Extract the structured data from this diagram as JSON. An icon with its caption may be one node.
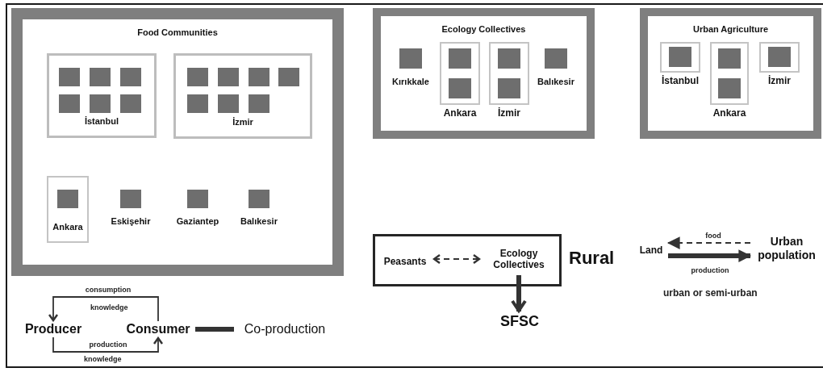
{
  "diagram": {
    "nodes": [
      {
        "text": [
          "Food Communities"
        ]
      },
      {
        "text": [
          "İstanbul"
        ],
        "in": 0
      },
      {
        "text": [],
        "shape": "box",
        "in": 1
      },
      {
        "text": [],
        "shape": "box",
        "in": 1
      },
      {
        "text": [],
        "shape": "box",
        "in": 1
      },
      {
        "text": [],
        "shape": "box",
        "in": 1
      },
      {
        "text": [],
        "shape": "box",
        "in": 1
      },
      {
        "text": [],
        "shape": "box",
        "in": 1
      },
      {
        "text": [
          "İzmir"
        ],
        "in": 0
      },
      {
        "text": [],
        "shape": "box",
        "in": 8
      },
      {
        "text": [],
        "shape": "box",
        "in": 8
      },
      {
        "text": [],
        "shape": "box",
        "in": 8
      },
      {
        "text": [],
        "shape": "box",
        "in": 8
      },
      {
        "text": [],
        "shape": "box",
        "in": 8
      },
      {
        "text": [],
        "shape": "box",
        "in": 8
      },
      {
        "text": [],
        "shape": "box",
        "in": 8
      },
      {
        "text": [
          "Ankara"
        ],
        "in": 0
      },
      {
        "text": [],
        "shape": "box",
        "in": 16
      },
      {
        "text": [],
        "shape": "box",
        "in": 0,
        "beside": [
          "Eskişehir"
        ]
      },
      {
        "text": [],
        "shape": "box",
        "in": 0,
        "beside": [
          "Gaziantep"
        ]
      },
      {
        "text": [],
        "shape": "box",
        "in": 0,
        "beside": [
          "Balıkesir"
        ]
      },
      {
        "text": [
          "Ecology Collectives"
        ]
      },
      {
        "text": [],
        "shape": "box",
        "in": 21,
        "beside": [
          "Kırıkkale"
        ]
      },
      {
        "text": [
          "Ankara"
        ],
        "in": 21
      },
      {
        "text": [],
        "shape": "box",
        "in": 23
      },
      {
        "text": [],
        "shape": "box",
        "in": 23
      },
      {
        "text": [
          "İzmir"
        ],
        "in": 21
      },
      {
        "text": [],
        "shape": "box",
        "in": 26
      },
      {
        "text": [],
        "shape": "box",
        "in": 26
      },
      {
        "text": [],
        "shape": "box",
        "in": 21,
        "beside": [
          "Balıkesir"
        ]
      },
      {
        "text": [
          "Urban Agriculture"
        ]
      },
      {
        "text": [
          "İstanbul"
        ],
        "in": 30
      },
      {
        "text": [],
        "shape": "box",
        "in": 31
      },
      {
        "text": [
          "Ankara"
        ],
        "in": 30
      },
      {
        "text": [],
        "shape": "box",
        "in": 33
      },
      {
        "text": [],
        "shape": "box",
        "in": 33
      },
      {
        "text": [
          "İzmir"
        ],
        "in": 30
      },
      {
        "text": [],
        "shape": "box",
        "in": 36
      },
      {
        "text": [
          "Producer"
        ]
      },
      {
        "text": [
          "Consumer"
        ]
      },
      {
        "text": [
          "Co-production"
        ]
      },
      {
        "text": [
          "Rural"
        ]
      },
      {
        "text": [
          "Peasants"
        ],
        "in": 41
      },
      {
        "text": [
          "Ecology Collectives"
        ],
        "in": 41
      },
      {
        "text": [
          "SFSC"
        ]
      },
      {
        "text": [
          "Land"
        ]
      },
      {
        "text": [
          "Urban population"
        ]
      }
    ],
    "edges": [
      {
        "from": 39,
        "to": 38,
        "arrow": "to",
        "label": "consumption"
      },
      {
        "from": 38,
        "to": 39,
        "arrow": "to",
        "label": "production"
      },
      {
        "from": 39,
        "to": 40,
        "arrow": "none",
        "style": "thick"
      },
      {
        "from": 42,
        "to": 43,
        "arrow": "both",
        "style": "dashed"
      },
      {
        "from": 43,
        "to": 44,
        "arrow": "to",
        "style": "thick"
      },
      {
        "from": 46,
        "to": 45,
        "arrow": "to",
        "label": "food",
        "style": "dashed"
      },
      {
        "from": 45,
        "to": 46,
        "arrow": "to",
        "label": "production",
        "style": "thick"
      }
    ],
    "labels": [
      "knowledge",
      "knowledge",
      "urban or semi-urban"
    ]
  }
}
